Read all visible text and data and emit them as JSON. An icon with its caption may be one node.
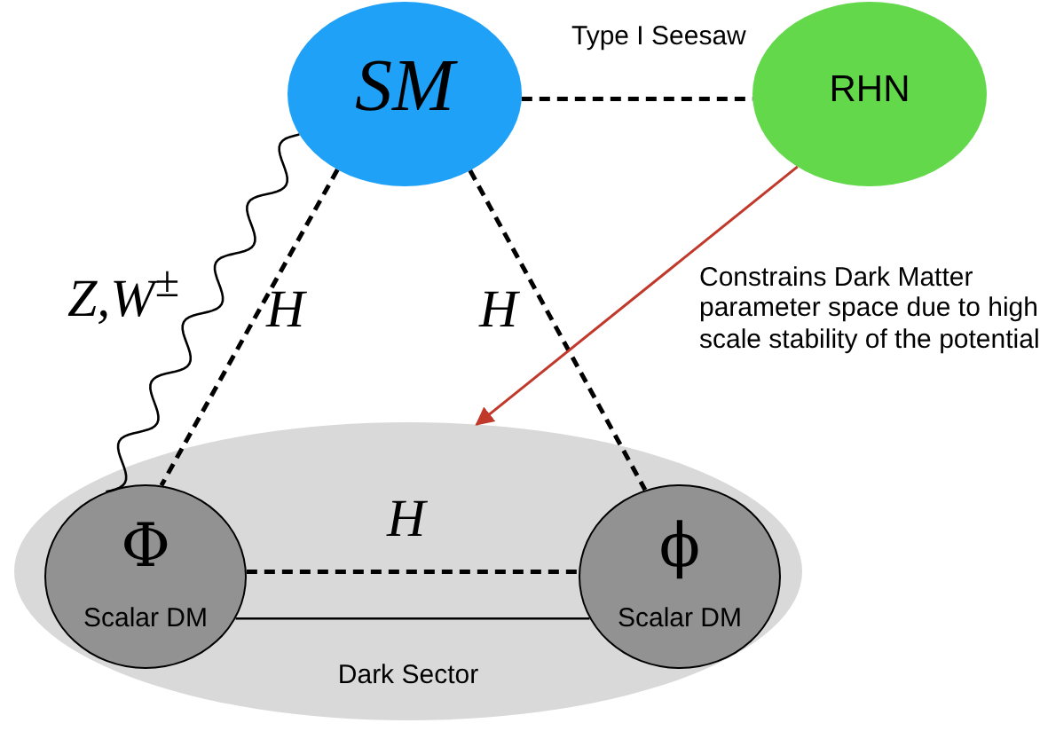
{
  "diagram": {
    "nodes": [
      {
        "text": [
          "SM"
        ]
      },
      {
        "text": [
          "RHN"
        ]
      },
      {
        "text": [
          "Dark Sector"
        ]
      },
      {
        "text": [
          "Φ",
          "Scalar DM"
        ],
        "in": 2
      },
      {
        "text": [
          "ϕ",
          "Scalar DM"
        ],
        "in": 2
      }
    ],
    "edges": [
      {
        "from": 0,
        "to": 1,
        "arrow": "none",
        "style": "dashed",
        "label": "Type I Seesaw"
      },
      {
        "from": 0,
        "to": 3,
        "arrow": "none",
        "style": "dashed",
        "label": "H"
      },
      {
        "from": 0,
        "to": 4,
        "arrow": "none",
        "style": "dashed",
        "label": "H"
      },
      {
        "from": 0,
        "to": 3,
        "arrow": "none",
        "label": "Z,W$^{±}$"
      },
      {
        "from": 3,
        "to": 4,
        "arrow": "none",
        "style": "dashed",
        "label": "H"
      },
      {
        "from": 3,
        "to": 4,
        "arrow": "none"
      },
      {
        "from": 1,
        "to": 2,
        "arrow": "to",
        "color": "#c0392b",
        "label": "Constrains Dark Matter parameter space due to high scale stability of the potential"
      }
    ]
  }
}
